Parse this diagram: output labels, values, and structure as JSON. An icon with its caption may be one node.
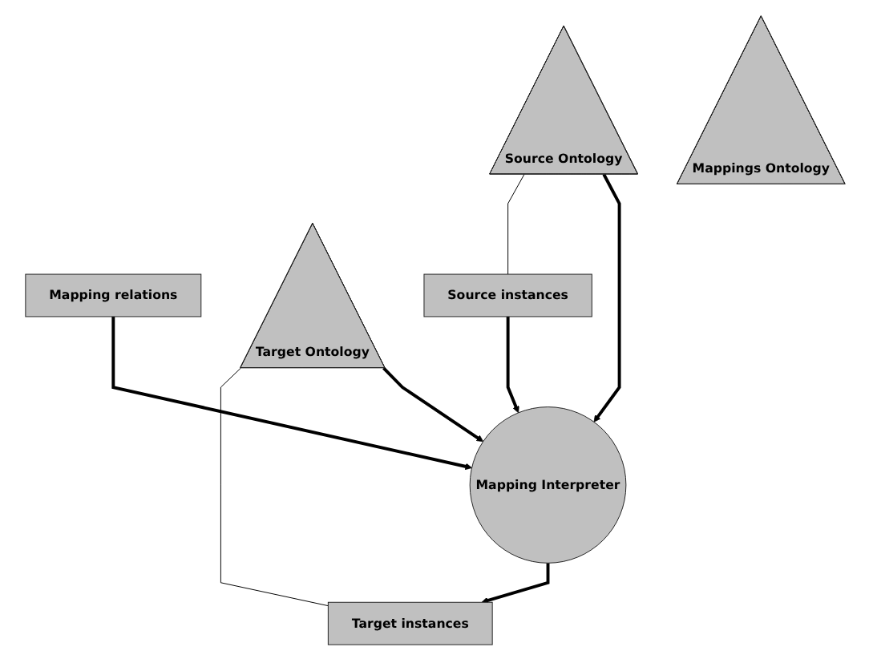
{
  "diagram": {
    "nodes": [
      {
        "text": [
          "Source Ontology"
        ]
      },
      {
        "text": [
          "Mappings Ontology"
        ]
      },
      {
        "text": [
          "Mapping relations"
        ]
      },
      {
        "text": [
          "Target Ontology"
        ]
      },
      {
        "text": [
          "Source instances"
        ]
      },
      {
        "text": [
          "Mapping Interpreter"
        ]
      },
      {
        "text": [
          "Target instances"
        ]
      }
    ],
    "edges": [
      {
        "from": 0,
        "to": 5,
        "arrow": "to"
      },
      {
        "from": 2,
        "to": 5,
        "arrow": "to"
      },
      {
        "from": 3,
        "to": 5,
        "arrow": "to"
      },
      {
        "from": 0,
        "to": 4,
        "arrow": "none"
      },
      {
        "from": 3,
        "to": 6,
        "arrow": "none"
      },
      {
        "from": 4,
        "to": 5,
        "arrow": "to"
      },
      {
        "from": 5,
        "to": 6,
        "arrow": "to"
      }
    ]
  }
}
